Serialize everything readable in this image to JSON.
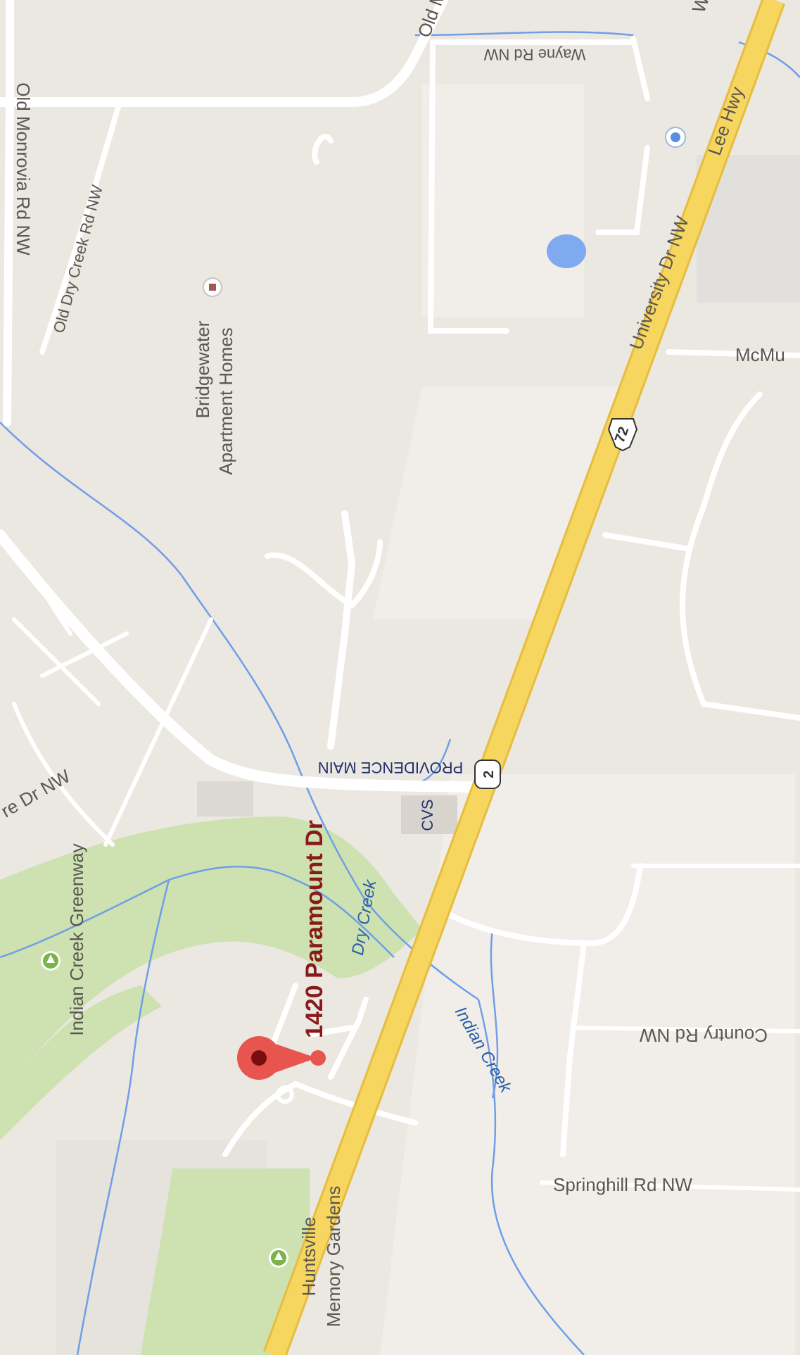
{
  "colors": {
    "land": "#ebe7e1",
    "road_minor": "#ffffff",
    "highway": "#f7d660",
    "highway_edge": "#e6bd3d",
    "park": "#cde2b0",
    "water": "#6f9ee8",
    "pin": "#e8544e",
    "pin_dot": "#7a0d0d",
    "building": "#d8d4cd"
  },
  "labels": {
    "old_monrovia": "Old Monrovia Rd NW",
    "old_mon_top": "Old Mo",
    "old_dry_creek": "Old Dry Creek Rd NW",
    "bridgewater_1": "Bridgewater",
    "bridgewater_2": "Apartment Homes",
    "wayne": "Wayne Rd NW",
    "university": "University Dr NW",
    "lee_hwy": "Lee Hwy",
    "mcmu": "McMu",
    "route_72": "72",
    "route_2": "2",
    "providence_main": "PROVIDENCE MAIN",
    "cvs": "CVS",
    "re_dr": "re Dr NW",
    "indian_creek_greenway": "Indian Creek Greenway",
    "paramount": "1420 Paramount Dr",
    "dry_creek": "Dry Creek",
    "indian_creek": "Indian Creek",
    "country_rd": "Country Rd NW",
    "springhill": "Springhill Rd NW",
    "huntsville_1": "Huntsville",
    "huntsville_2": "Memory Gardens",
    "wa": "Wa"
  },
  "icons": {
    "park_icon": "tree-icon",
    "building_icon": "square-poi-icon",
    "shop_icon": "bag-icon",
    "cemetery_icon": "cemetery-icon",
    "pin_icon": "map-pin-icon"
  }
}
